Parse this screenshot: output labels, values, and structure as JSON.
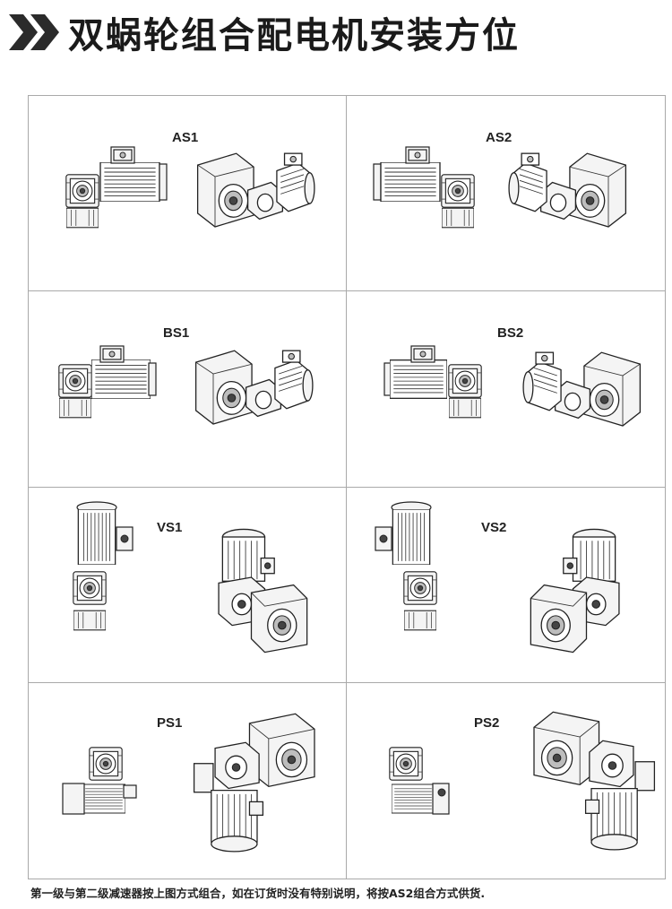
{
  "title": "双蜗轮组合配电机安装方位",
  "positions": [
    {
      "label": "AS1"
    },
    {
      "label": "AS2"
    },
    {
      "label": "BS1"
    },
    {
      "label": "BS2"
    },
    {
      "label": "VS1"
    },
    {
      "label": "VS2"
    },
    {
      "label": "PS1"
    },
    {
      "label": "PS2"
    }
  ],
  "footnote": "第一级与第二级减速器按上图方式组合，如在订货时没有特别说明，将按AS2组合方式供货."
}
